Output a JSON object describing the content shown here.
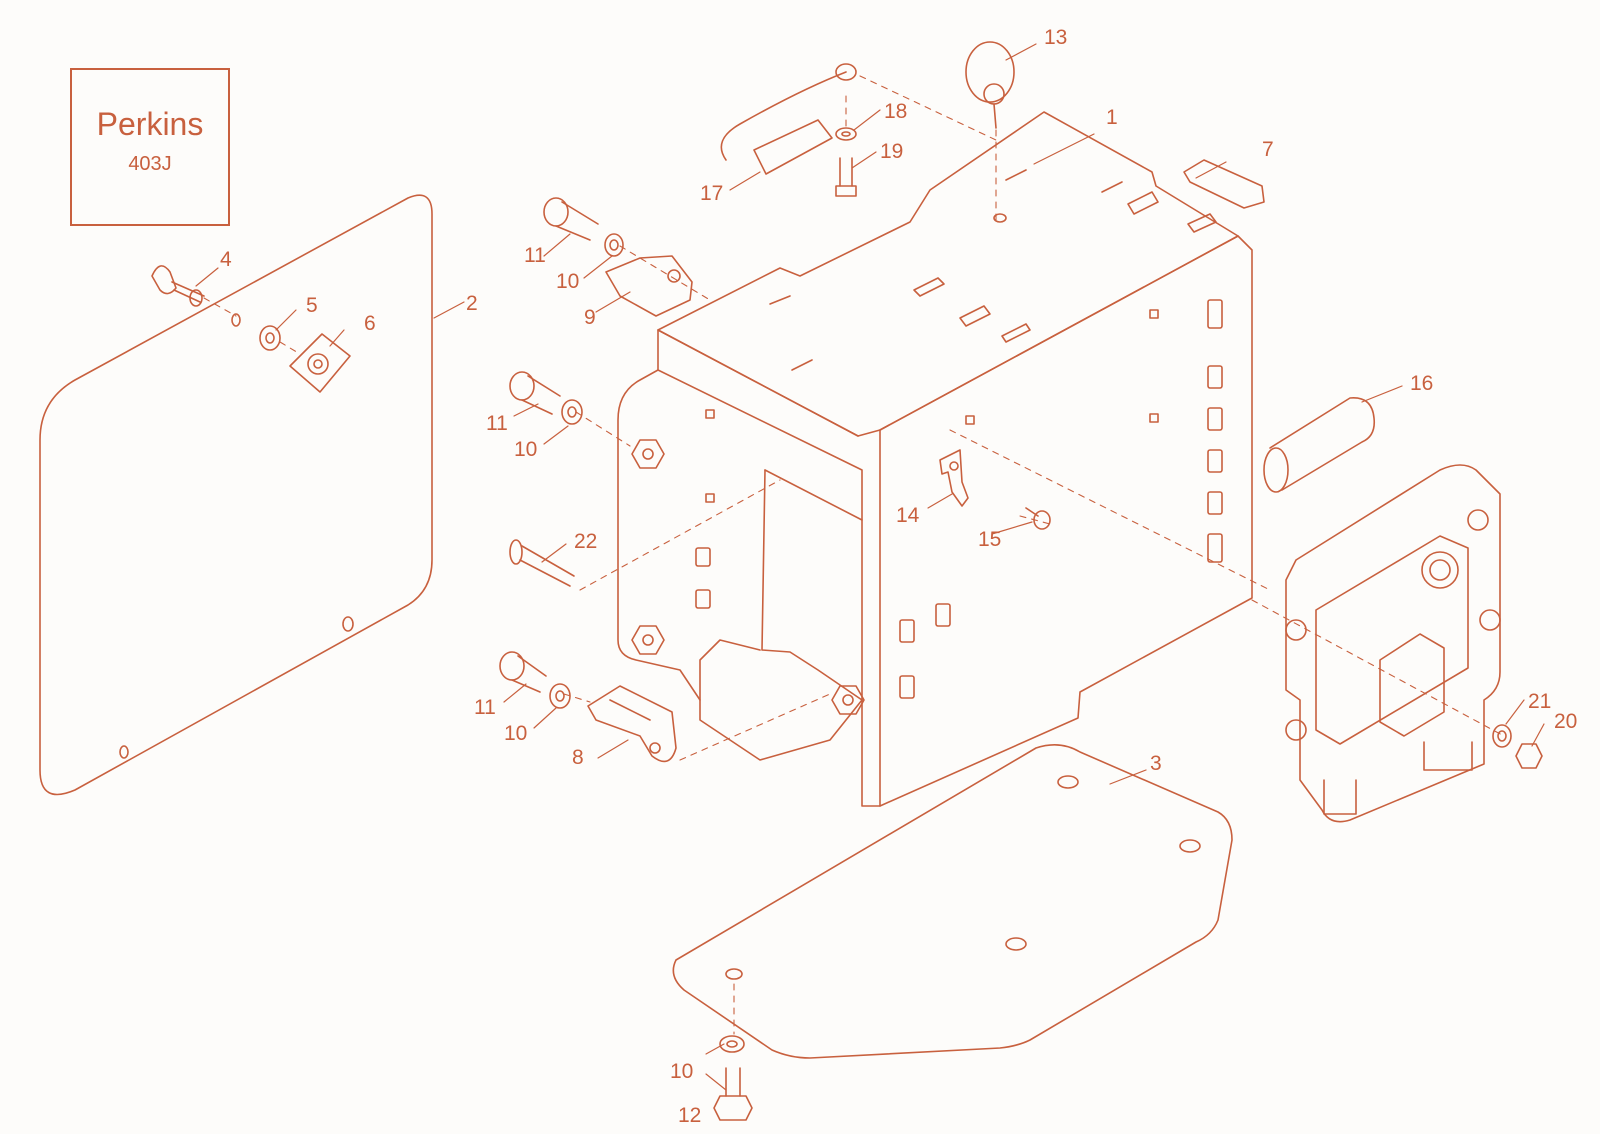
{
  "logo": {
    "brand": "Perkins",
    "model": "403J"
  },
  "callouts": {
    "c1": "1",
    "c2": "2",
    "c3": "3",
    "c4": "4",
    "c5": "5",
    "c6": "6",
    "c7": "7",
    "c8": "8",
    "c9": "9",
    "c10a": "10",
    "c10b": "10",
    "c10c": "10",
    "c10d": "10",
    "c11a": "11",
    "c11b": "11",
    "c11c": "11",
    "c12": "12",
    "c13": "13",
    "c14": "14",
    "c15": "15",
    "c16": "16",
    "c17": "17",
    "c18": "18",
    "c19": "19",
    "c20": "20",
    "c21": "21",
    "c22": "22"
  },
  "colors": {
    "line": "#c8603e",
    "text": "#c8603e",
    "background": "#fdfcfa"
  }
}
